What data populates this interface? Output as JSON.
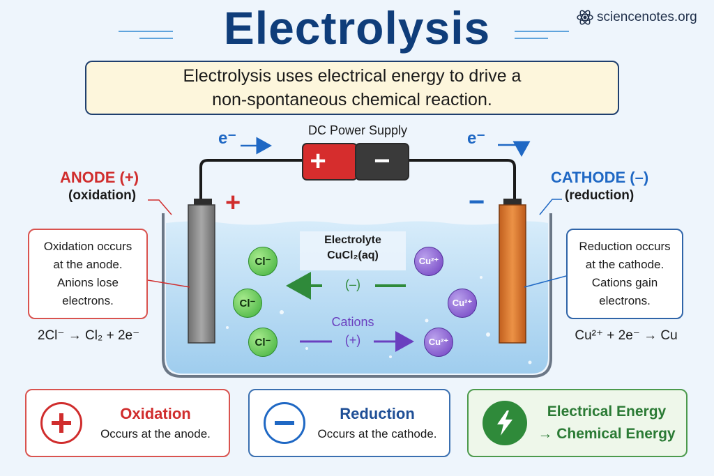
{
  "title": "Electrolysis",
  "brand": "sciencenotes.org",
  "subtitle": {
    "line1": "Electrolysis uses electrical energy to drive a",
    "line2": "non-spontaneous chemical reaction."
  },
  "power_supply": {
    "label": "DC Power Supply",
    "plus": "+",
    "minus": "−"
  },
  "electron_left": "e⁻",
  "electron_right": "e⁻",
  "anode": {
    "title": "ANODE (+)",
    "subtitle": "(oxidation)",
    "sign": "+",
    "callout": [
      "Oxidation occurs",
      "at the anode.",
      "Anions lose",
      "electrons."
    ],
    "equation": "2Cl⁻ → Cl₂ + 2e⁻"
  },
  "cathode": {
    "title": "CATHODE (–)",
    "subtitle": "(reduction)",
    "sign": "−",
    "callout": [
      "Reduction occurs",
      "at the cathode.",
      "Cations gain",
      "electrons."
    ],
    "equation": "Cu²⁺ + 2e⁻ → Cu"
  },
  "electrolyte": {
    "line1": "Electrolyte",
    "line2": "CuCl₂(aq)"
  },
  "ions": {
    "chloride": "Cl⁻",
    "copper": "Cu²⁺"
  },
  "flow": {
    "anion_label": "(–)",
    "cation_label1": "Cations",
    "cation_label2": "(+)"
  },
  "bottom": {
    "oxidation_title": "Oxidation",
    "oxidation_desc": "Occurs at the anode.",
    "reduction_title": "Reduction",
    "reduction_desc": "Occurs at the cathode.",
    "energy_line1": "Electrical Energy",
    "energy_line2": "→ Chemical Energy"
  },
  "colors": {
    "title": "#0f3d7a",
    "anode_red": "#d02d2d",
    "cathode_blue": "#1f68c4",
    "green": "#2f8a3a",
    "purple": "#6a3fbf"
  }
}
